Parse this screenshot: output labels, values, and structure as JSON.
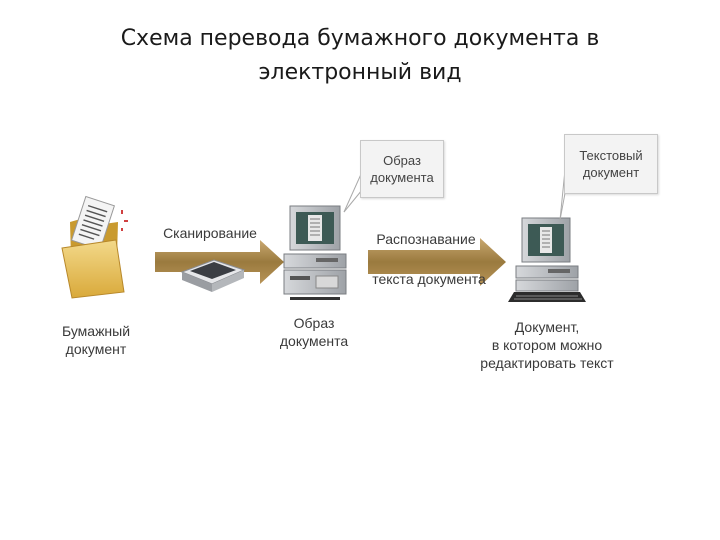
{
  "title": {
    "line1": "Схема перевода бумажного документа в",
    "line2": "электронный вид"
  },
  "steps": {
    "paper": {
      "line1": "Бумажный",
      "line2": "документ"
    },
    "image": {
      "line1": "Образ",
      "line2": "документа"
    },
    "result": {
      "line1": "Документ,",
      "line2": "в котором можно",
      "line3": "редактировать текст"
    }
  },
  "arrows": {
    "scan": "Сканирование",
    "recognize_line1": "Распознавание",
    "recognize_line2": "текста документа"
  },
  "callouts": {
    "image": {
      "line1": "Образ",
      "line2": "документа"
    },
    "text": {
      "line1": "Текстовый",
      "line2": "документ"
    }
  },
  "colors": {
    "arrow": "#9a7a3e",
    "folder": "#e9c75a",
    "computer": "#b9bcc0",
    "screen": "#3d5a55"
  },
  "icons": [
    "folder-icon",
    "paper-sheet-icon",
    "scanner-icon",
    "computer-icon"
  ]
}
